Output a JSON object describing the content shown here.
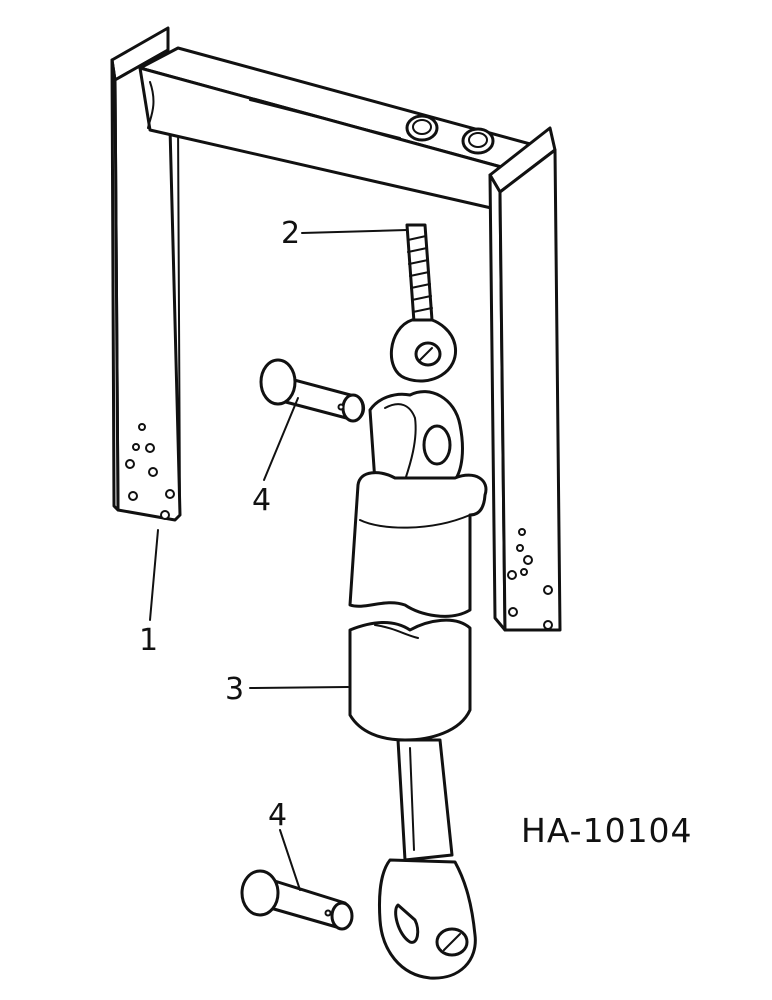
{
  "figure_id": "HA-10104",
  "callouts": {
    "frame": "1",
    "eye_bolt": "2",
    "cylinder": "3",
    "pin_upper": "4",
    "pin_lower": "4"
  }
}
